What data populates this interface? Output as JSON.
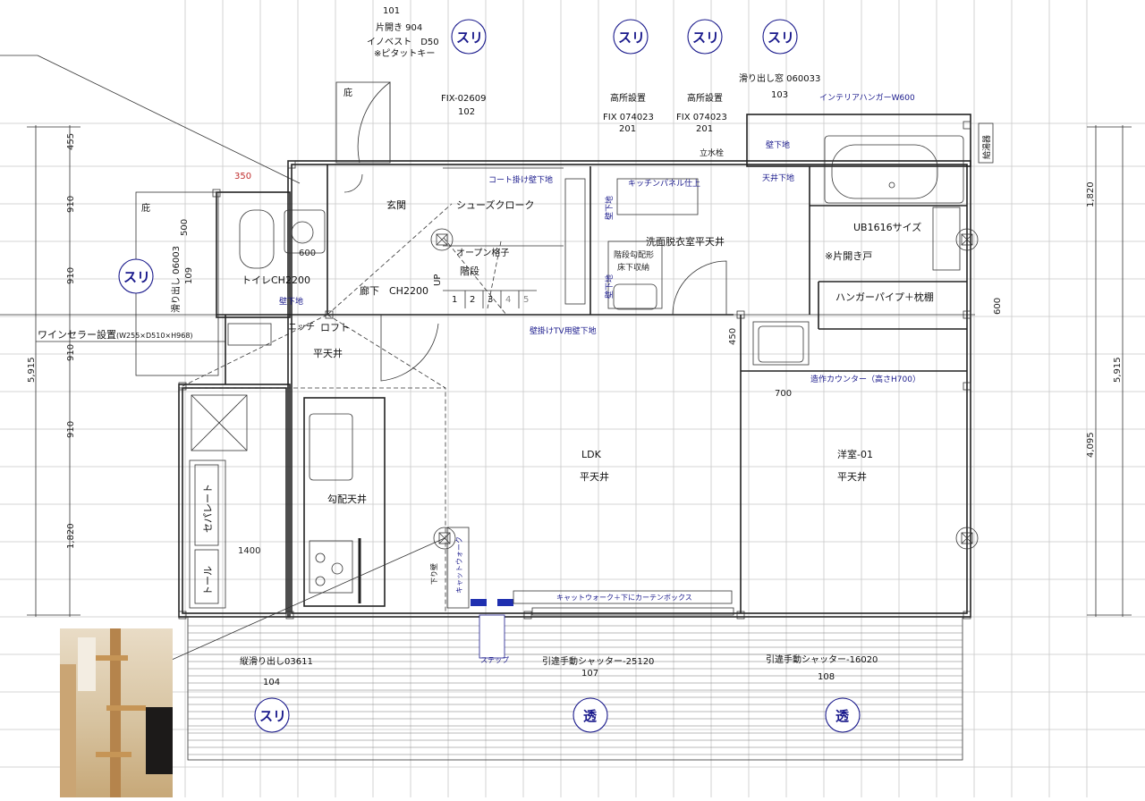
{
  "top_notes": {
    "door_id": "101",
    "door_type": "片開き 904",
    "door_maker": "イノベスト　D50",
    "door_note": "※ピタットキー",
    "fix_left": "FIX-02609",
    "fix_left_id": "102",
    "fix_mid1_note": "高所設置",
    "fix_mid1": "FIX  074023",
    "fix_mid1_id": "201",
    "fix_mid2_note": "高所設置",
    "fix_mid2": "FIX  074023",
    "fix_mid2_id": "201",
    "slide_window": "滑り出し窓  060033",
    "slide_window_id": "103",
    "interior_hanger": "インテリアハンガーW600"
  },
  "window_badges": [
    "スリ",
    "スリ",
    "スリ",
    "スリ",
    "スリ",
    "スリ",
    "透",
    "透"
  ],
  "dimensions": {
    "left_col": [
      "455",
      "910",
      "910",
      "910",
      "910",
      "1,820"
    ],
    "left_total": "5,915",
    "right_col": [
      "1,820",
      "4,095"
    ],
    "right_total": "5,915",
    "d350": "350",
    "d500": "500",
    "d600": "600",
    "d109": "109",
    "d1400": "1400",
    "d450": "450",
    "d700": "700",
    "d600_right": "600"
  },
  "rooms": {
    "garden_top": "庇",
    "garden_left": "庇",
    "slide_left": "滑り出し  06003",
    "toilet": "トイレCH2200",
    "entrance": "玄関",
    "shoes": "シューズクローク",
    "stairs": "階段",
    "stairs_rail": "オープン格子",
    "corridor": "廊下　CH2200",
    "up": "UP",
    "steps": [
      "1",
      "2",
      "3",
      "4",
      "5"
    ],
    "washroom": "洗面脱衣室平天井",
    "ub": "UB1616サイズ",
    "single_door": "※片開き戸",
    "hanger": "ハンガーパイプ＋枕棚",
    "loft": "ロフト",
    "loft_ceiling": "平天井",
    "niche": "ニッチ",
    "wine": "ワインセラー設置",
    "wine_size": "(W255×D510×H968)",
    "sloped": "勾配天井",
    "separate": "セパレート",
    "tall": "トール",
    "ldk": "LDK",
    "ldk_ceiling": "平天井",
    "western": "洋室-01",
    "western_ceiling": "平天井",
    "counter": "造作カウンター（高さH700）",
    "hanging_wall": "下り壁",
    "catwalk_v": "キャットウォーク",
    "catwalk_box": "キャットウォーク＋下にカーテンボックス",
    "step": "ステップ",
    "water_heater": "給湯器",
    "standpipe": "立水栓",
    "bottom_left_window": "縦滑り出し03611",
    "bottom_left_id": "104",
    "shutter_mid": "引違手動シャッター‐25120",
    "shutter_mid_id": "107",
    "shutter_right": "引違手動シャッター‐16020",
    "shutter_right_id": "108"
  },
  "blue_notes": {
    "coat": "コート掛け壁下地",
    "kitchen_panel": "キッチンパネル仕上",
    "wall_base": "壁下地",
    "ceiling_base": "天井下地",
    "stair_shelf": "階段勾配形",
    "floor_storage": "床下収納",
    "tv": "壁掛けTV用壁下地"
  },
  "colors": {
    "accent_blue": "#1a1a8c",
    "catwalk_block": "#1f2fb0",
    "grid": "#c8c8c8",
    "wall": "#222222"
  }
}
